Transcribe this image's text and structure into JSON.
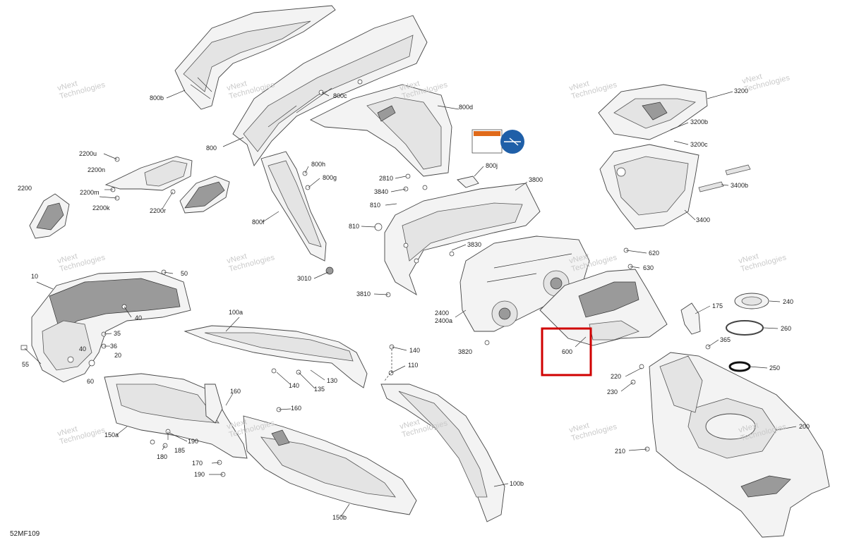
{
  "diagram": {
    "code": "52MF109",
    "watermark_line1": "vNext",
    "watermark_line2": "Technologies",
    "highlight_color": "#d00000",
    "part_labels": {
      "l800b": "800b",
      "l800": "800",
      "l800c": "800c",
      "l800d": "800d",
      "l800h": "800h",
      "l800g": "800g",
      "l800f": "800f",
      "l800j": "800j",
      "l3010": "3010",
      "l2200u": "2200u",
      "l2200n": "2200n",
      "l2200": "2200",
      "l2200m": "2200m",
      "l2200k": "2200k",
      "l2200r": "2200r",
      "l3200": "3200",
      "l3200b": "3200b",
      "l3200c": "3200c",
      "l3400": "3400",
      "l3400b": "3400b",
      "l3800": "3800",
      "l2810": "2810",
      "l3840": "3840",
      "l810a": "810",
      "l810b": "810",
      "l3830": "3830",
      "l3810": "3810",
      "l620": "620",
      "l630": "630",
      "l2400": "2400",
      "l2400a": "2400a",
      "l3820": "3820",
      "l600": "600",
      "l175": "175",
      "l240": "240",
      "l260": "260",
      "l250": "250",
      "l365": "365",
      "l220": "220",
      "l230": "230",
      "l200": "200",
      "l210": "210",
      "l10": "10",
      "l50": "50",
      "l40a": "40",
      "l35": "35",
      "l36": "36",
      "l40b": "40",
      "l20": "20",
      "l55": "55",
      "l60": "60",
      "l100a": "100a",
      "l140a": "140",
      "l110": "110",
      "l140b": "140",
      "l135": "135",
      "l130": "130",
      "l160a": "160",
      "l160b": "160",
      "l150a": "150a",
      "l190a": "190",
      "l185": "185",
      "l180": "180",
      "l170": "170",
      "l190b": "190",
      "l150b": "150b",
      "l100b": "100b"
    }
  }
}
